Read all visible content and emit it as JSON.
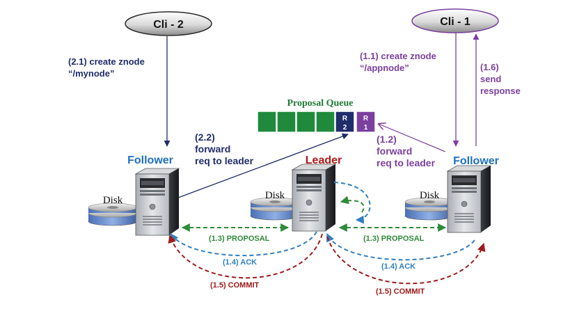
{
  "clients": {
    "cli2": "Cli - 2",
    "cli1": "Cli - 1"
  },
  "roles": {
    "follower_left": "Follower",
    "leader": "Leader",
    "follower_right": "Follower"
  },
  "disk_label": "Disk",
  "queue": {
    "title": "Proposal Queue",
    "r2_top": "R",
    "r2_bottom": "2",
    "r1_top": "R",
    "r1_bottom": "1"
  },
  "steps": {
    "s21_line1": "(2.1) create znode",
    "s21_line2": "“/mynode”",
    "s22_line1": "(2.2)",
    "s22_line2": "forward",
    "s22_line3": "req to leader",
    "s11_line1": "(1.1) create znode",
    "s11_line2": "“/appnode”",
    "s16_line1": "(1.6)",
    "s16_line2": "send",
    "s16_line3": "response",
    "s12_line1": "(1.2)",
    "s12_line2": "forward",
    "s12_line3": "req to leader",
    "s13_left": "(1.3) PROPOSAL",
    "s13_right": "(1.3) PROPOSAL",
    "s14_left": "(1.4) ACK",
    "s14_right": "(1.4) ACK",
    "s15_left": "(1.5) COMMIT",
    "s15_right": "(1.5) COMMIT"
  },
  "colors": {
    "cli2_path": "#1f2d6b",
    "cli1_path": "#7b3fa0",
    "proposal": "#2e8b3a",
    "ack": "#2f7fc0",
    "commit": "#a01a1a",
    "queue_green": "#1f8a3c",
    "queue_r2": "#1f2d6b",
    "queue_r1": "#7b3fa0",
    "role_blue": "#1f6fbf",
    "leader_red": "#b01818"
  }
}
